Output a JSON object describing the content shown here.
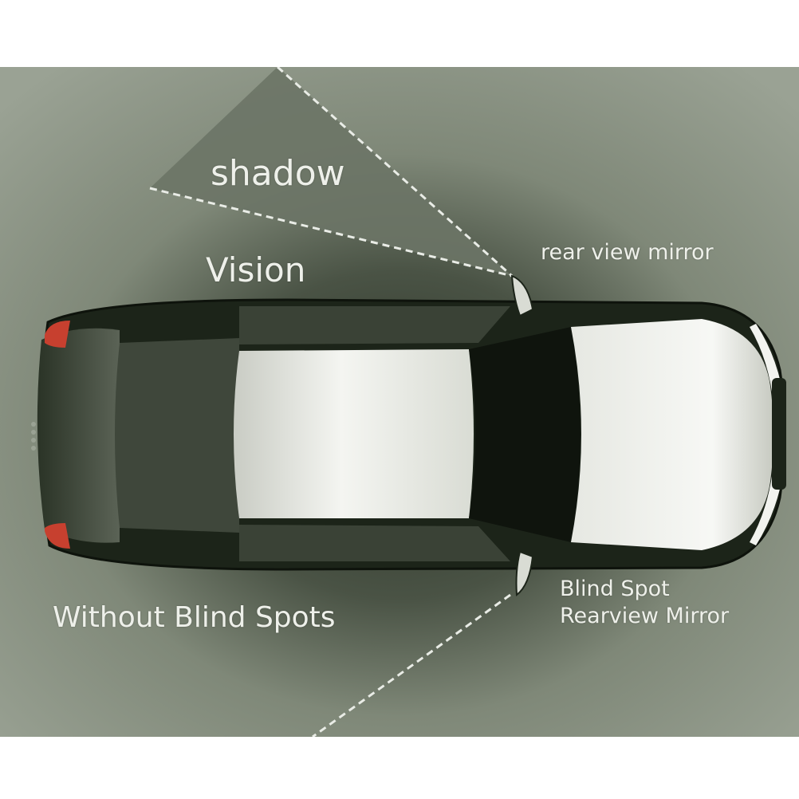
{
  "labels": {
    "shadow": "shadow",
    "vision": "Vision",
    "rear_view_mirror": "rear view mirror",
    "without_blind_spots": "Without Blind Spots",
    "blind_spot_line1": "Blind Spot",
    "blind_spot_line2": "Rearview Mirror"
  },
  "colors": {
    "background": "#8a9383",
    "shadow_zone": "#6b7466",
    "car_body": "#1c2419",
    "car_highlight": "#e8eae4",
    "label_text": "#eef0ea",
    "tail_light": "#c7402f"
  }
}
